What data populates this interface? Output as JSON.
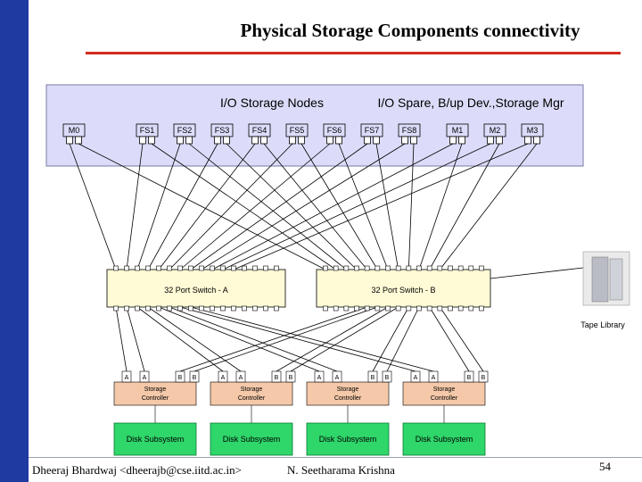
{
  "title": "Physical Storage Components connectivity",
  "io_storage_nodes_label": "I/O Storage Nodes",
  "io_spare_label": "I/O Spare, B/up Dev.,Storage Mgr",
  "nodes": [
    "M0",
    "FS1",
    "FS2",
    "FS3",
    "FS4",
    "FS5",
    "FS6",
    "FS7",
    "FS8",
    "M1",
    "M2",
    "M3"
  ],
  "switch_a": "32 Port Switch - A",
  "switch_b": "32 Port Switch - B",
  "tape_library": "Tape Library",
  "controller_ports": [
    "A",
    "A",
    "B",
    "B"
  ],
  "controller_label": "Storage Controller",
  "controllers": [
    {
      "label_line1": "Storage",
      "label_line2": "Controller",
      "disk": "Disk Subsystem"
    },
    {
      "label_line1": "Storage",
      "label_line2": "Controller",
      "disk": "Disk Subsystem"
    },
    {
      "label_line1": "Storage",
      "label_line2": "Controller",
      "disk": "Disk Subsystem"
    },
    {
      "label_line1": "Storage",
      "label_line2": "Controller",
      "disk": "Disk Subsystem"
    }
  ],
  "footer_left": "Dheeraj Bhardwaj <dheerajb@cse.iitd.ac.in>",
  "footer_mid": "N. Seetharama Krishna",
  "page_number": "54",
  "colors": {
    "accent_bar": "#1f3aa0",
    "title_rule": "#d22b1e",
    "node_panel": "#dcdcfa",
    "node_box": "#dcdcfa",
    "switch_fill": "#fffbd6",
    "controller_fill": "#f4c8a8",
    "disk_fill": "#2fd66a",
    "port_fill": "#ffffff"
  }
}
